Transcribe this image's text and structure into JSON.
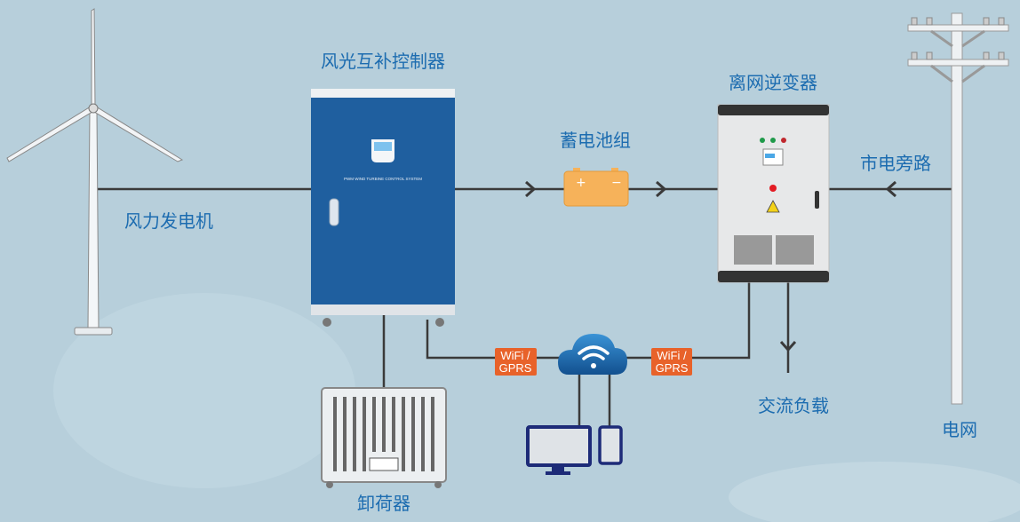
{
  "labels": {
    "wind_turbine": "风力发电机",
    "controller": "风光互补控制器",
    "controller_panel_text": "PWM WIND TURBINE CONTROL SYSTEM",
    "battery": "蓄电池组",
    "inverter": "离网逆变器",
    "bypass": "市电旁路",
    "grid": "电网",
    "ac_load": "交流负载",
    "dump_load": "卸荷器",
    "wifi_left_line1": "WiFi /",
    "wifi_left_line2": "GPRS",
    "wifi_right_line1": "WiFi /",
    "wifi_right_line2": "GPRS"
  },
  "colors": {
    "background": "#b7cfdb",
    "label_text": "#1c6cb0",
    "controller_body": "#1f5f9f",
    "battery": "#f6b25a",
    "wifi_tag": "#e8622a",
    "cloud": "#1d6fb3",
    "line": "#3a3a3a"
  }
}
